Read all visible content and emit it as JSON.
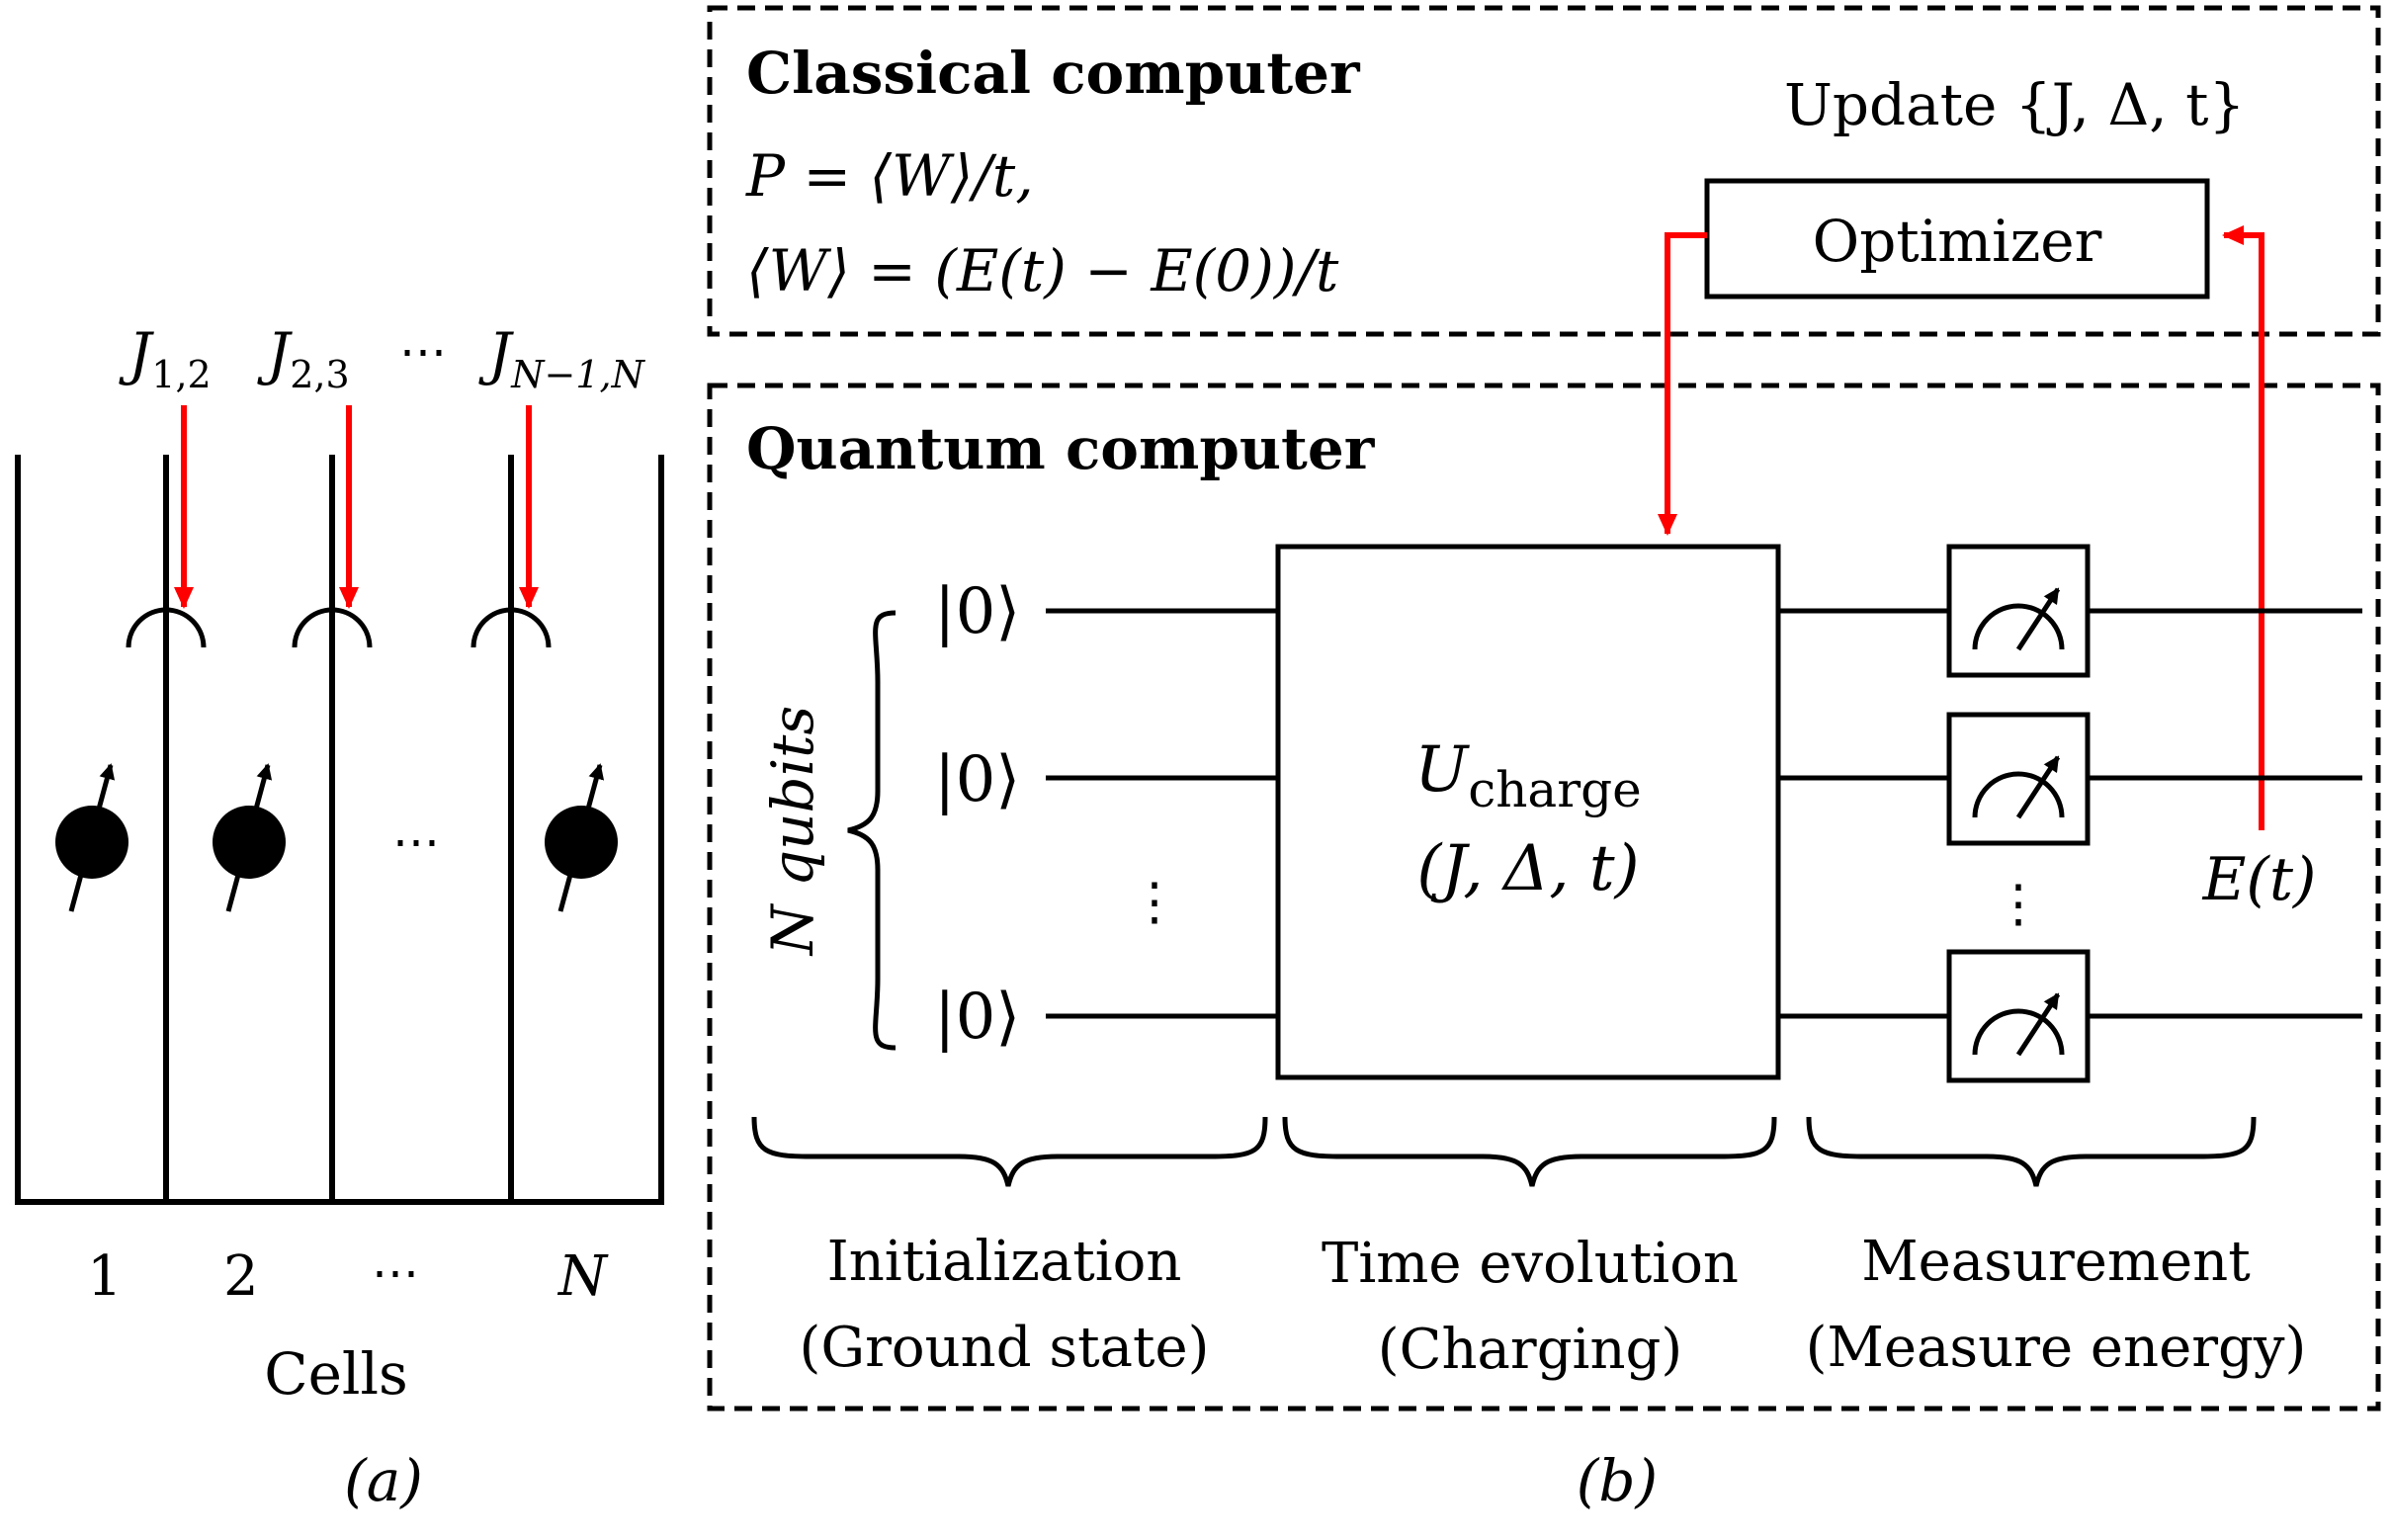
{
  "panel_a": {
    "couplings": {
      "j12": {
        "sym": "J",
        "sub": "1,2"
      },
      "j23": {
        "sym": "J",
        "sub": "2,3"
      },
      "dots": "⋯",
      "jn": {
        "sym": "J",
        "sub": "N−1,N"
      }
    },
    "middle_dots": "⋯",
    "cell_labels": {
      "c1": "1",
      "c2": "2",
      "dots": "⋯",
      "cN": "N"
    },
    "axis_label": "Cells",
    "caption": "(a)"
  },
  "panel_b": {
    "classical": {
      "title": "Classical computer",
      "eq1": "P = ⟨W⟩/t,",
      "eq2": "⟨W⟩ = (E(t) − E(0))/t",
      "update_label": "Update {J, Δ, t}",
      "optimizer_label": "Optimizer"
    },
    "quantum": {
      "title": "Quantum computer",
      "qubits_label": "N qubits",
      "ket": "|0⟩",
      "vdots": "⋮",
      "unitary": {
        "sym": "U",
        "sub": "charge",
        "args": "(J, Δ, t)"
      },
      "energy_label": "E(t)",
      "stages": [
        {
          "title": "Initialization",
          "subtitle": "(Ground state)"
        },
        {
          "title": "Time evolution",
          "subtitle": "(Charging)"
        },
        {
          "title": "Measurement",
          "subtitle": "(Measure energy)"
        }
      ]
    },
    "caption": "(b)"
  },
  "colors": {
    "arrow": "#ff0000",
    "line": "#000000",
    "background": "#ffffff"
  }
}
